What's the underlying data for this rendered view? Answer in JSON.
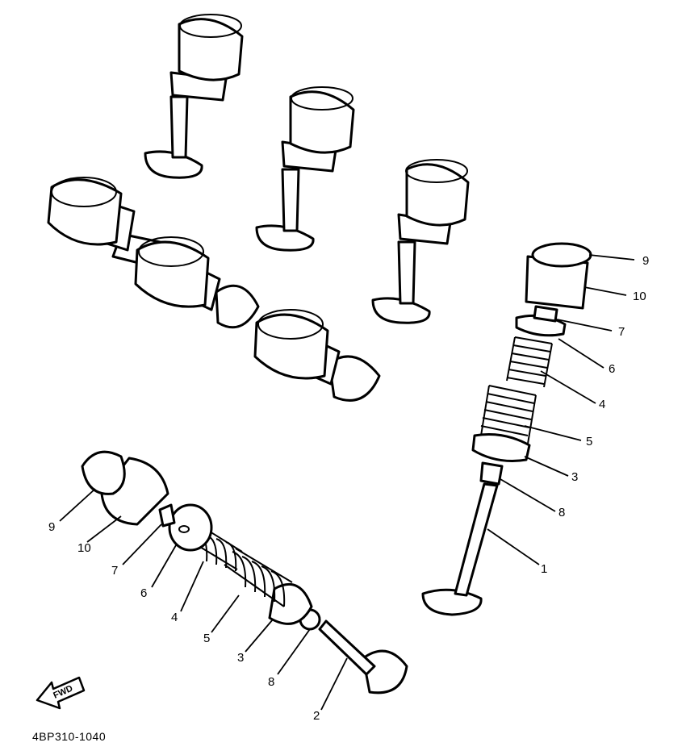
{
  "diagram": {
    "right_assembly_labels": [
      "9",
      "10",
      "7",
      "6",
      "4",
      "5",
      "3",
      "8",
      "1"
    ],
    "left_assembly_labels": [
      "9",
      "10",
      "7",
      "6",
      "4",
      "5",
      "3",
      "8",
      "2"
    ],
    "direction_arrow_text": "FWD",
    "part_code": "4BP310-1040"
  }
}
